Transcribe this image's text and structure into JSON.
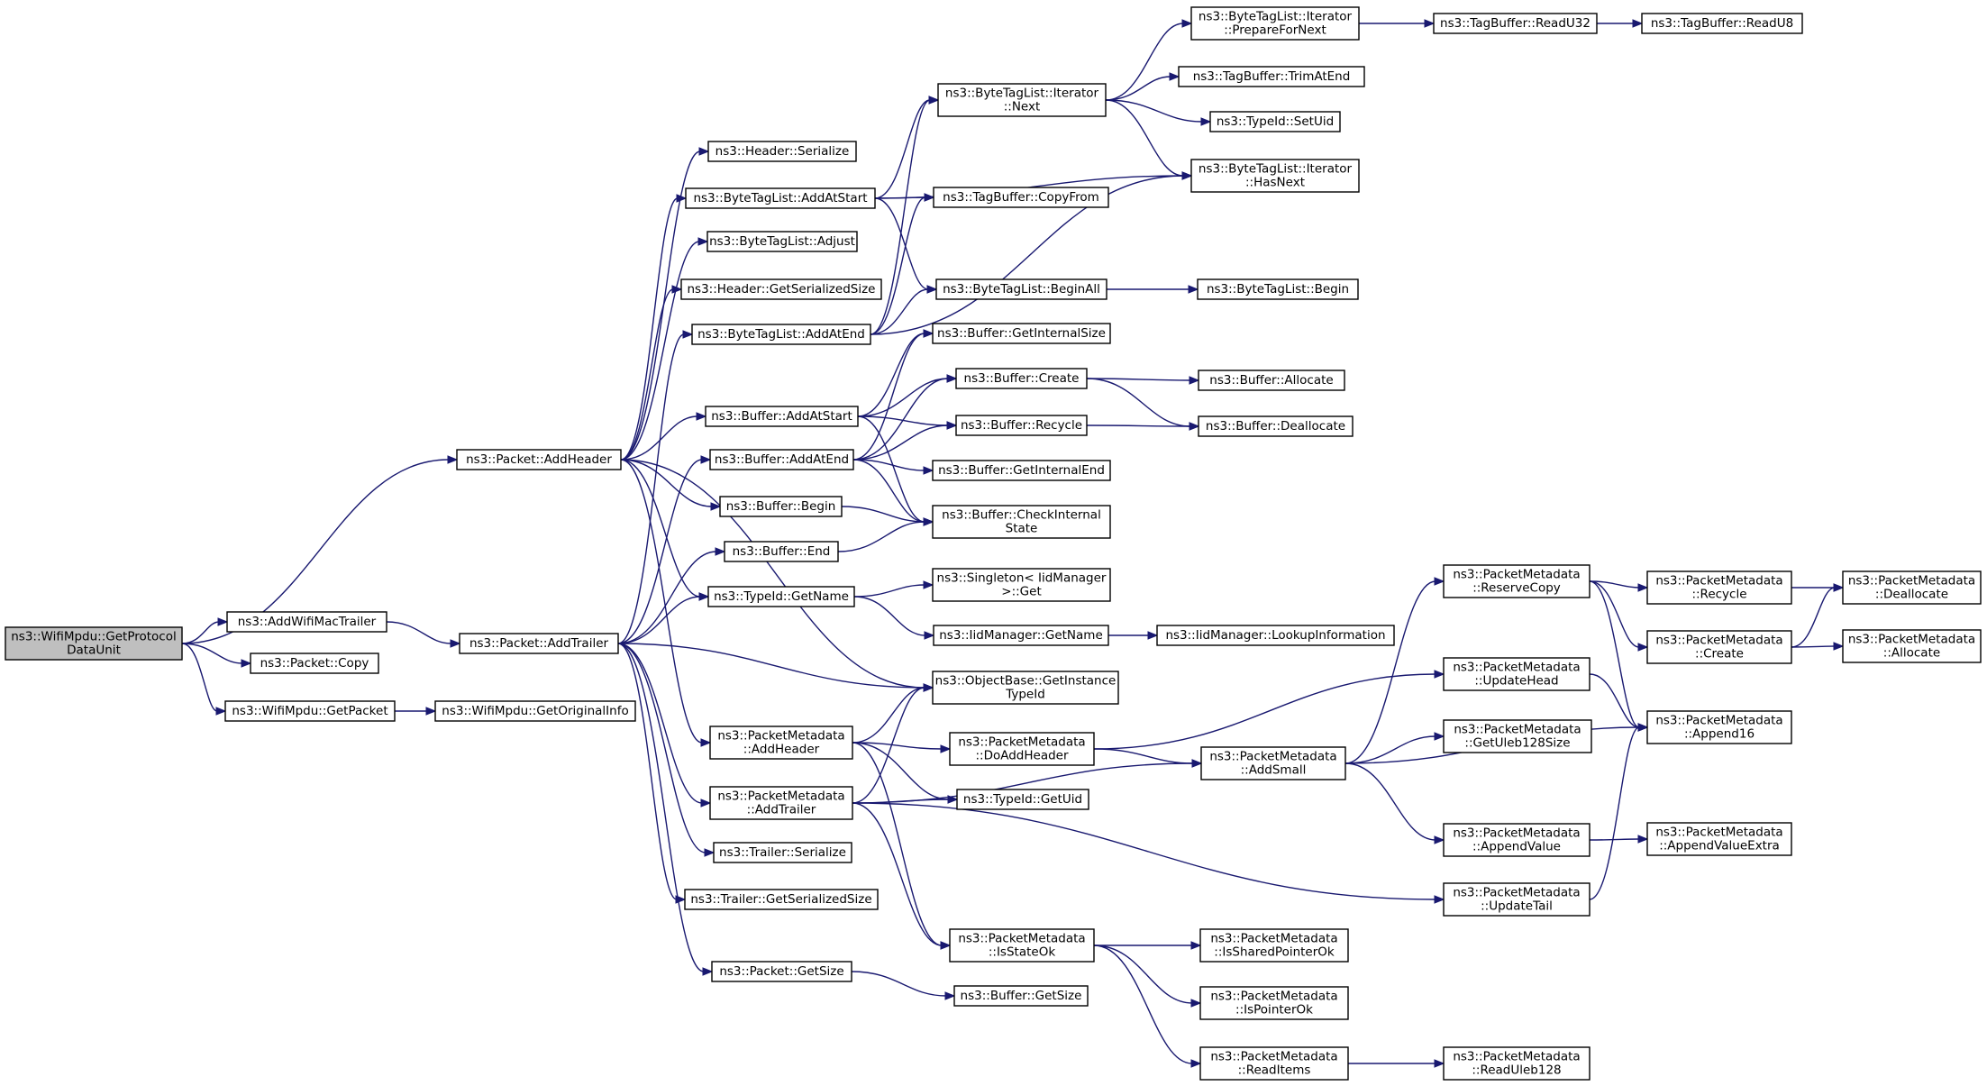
{
  "nodes": [
    {
      "id": "root",
      "lines": [
        "ns3::WifiMpdu::GetProtocol",
        "DataUnit"
      ],
      "root": true
    },
    {
      "id": "addwifimactrailer",
      "lines": [
        "ns3::AddWifiMacTrailer"
      ]
    },
    {
      "id": "packetcopy",
      "lines": [
        "ns3::Packet::Copy"
      ]
    },
    {
      "id": "wifimpdugetpacket",
      "lines": [
        "ns3::WifiMpdu::GetPacket"
      ]
    },
    {
      "id": "getoriginalinfo",
      "lines": [
        "ns3::WifiMpdu::GetOriginalInfo"
      ]
    },
    {
      "id": "packetaddheader",
      "lines": [
        "ns3::Packet::AddHeader"
      ]
    },
    {
      "id": "packetaddtrailer",
      "lines": [
        "ns3::Packet::AddTrailer"
      ]
    },
    {
      "id": "headerserialize",
      "lines": [
        "ns3::Header::Serialize"
      ]
    },
    {
      "id": "btladdatstart",
      "lines": [
        "ns3::ByteTagList::AddAtStart"
      ]
    },
    {
      "id": "btladjust",
      "lines": [
        "ns3::ByteTagList::Adjust"
      ]
    },
    {
      "id": "headergetserializedsize",
      "lines": [
        "ns3::Header::GetSerializedSize"
      ]
    },
    {
      "id": "btladdatend",
      "lines": [
        "ns3::ByteTagList::AddAtEnd"
      ]
    },
    {
      "id": "bufferaddatstart",
      "lines": [
        "ns3::Buffer::AddAtStart"
      ]
    },
    {
      "id": "bufferaddatend",
      "lines": [
        "ns3::Buffer::AddAtEnd"
      ]
    },
    {
      "id": "bufferbegin",
      "lines": [
        "ns3::Buffer::Begin"
      ]
    },
    {
      "id": "bufferend",
      "lines": [
        "ns3::Buffer::End"
      ]
    },
    {
      "id": "typeidgetname",
      "lines": [
        "ns3::TypeId::GetName"
      ]
    },
    {
      "id": "pmaddheader",
      "lines": [
        "ns3::PacketMetadata",
        "::AddHeader"
      ]
    },
    {
      "id": "pmaddtrailer",
      "lines": [
        "ns3::PacketMetadata",
        "::AddTrailer"
      ]
    },
    {
      "id": "trailerserialize",
      "lines": [
        "ns3::Trailer::Serialize"
      ]
    },
    {
      "id": "trailergetserializedsize",
      "lines": [
        "ns3::Trailer::GetSerializedSize"
      ]
    },
    {
      "id": "packetgetsize",
      "lines": [
        "ns3::Packet::GetSize"
      ]
    },
    {
      "id": "btliternext",
      "lines": [
        "ns3::ByteTagList::Iterator",
        "::Next"
      ]
    },
    {
      "id": "tagbuffercopyfrom",
      "lines": [
        "ns3::TagBuffer::CopyFrom"
      ]
    },
    {
      "id": "btlbeginall",
      "lines": [
        "ns3::ByteTagList::BeginAll"
      ]
    },
    {
      "id": "buffergetinternalsize",
      "lines": [
        "ns3::Buffer::GetInternalSize"
      ]
    },
    {
      "id": "buffercreate",
      "lines": [
        "ns3::Buffer::Create"
      ]
    },
    {
      "id": "bufferrecycle",
      "lines": [
        "ns3::Buffer::Recycle"
      ]
    },
    {
      "id": "buffergetinternalend",
      "lines": [
        "ns3::Buffer::GetInternalEnd"
      ]
    },
    {
      "id": "buffercheckinternalstate",
      "lines": [
        "ns3::Buffer::CheckInternal",
        "State"
      ]
    },
    {
      "id": "singletonget",
      "lines": [
        "ns3::Singleton< IidManager",
        ">::Get"
      ]
    },
    {
      "id": "iidmanagergetname",
      "lines": [
        "ns3::IidManager::GetName"
      ]
    },
    {
      "id": "objectbasegetinstancetypeid",
      "lines": [
        "ns3::ObjectBase::GetInstance",
        "TypeId"
      ]
    },
    {
      "id": "pmdoaddheader",
      "lines": [
        "ns3::PacketMetadata",
        "::DoAddHeader"
      ]
    },
    {
      "id": "typeidgetuid",
      "lines": [
        "ns3::TypeId::GetUid"
      ]
    },
    {
      "id": "pmisstateok",
      "lines": [
        "ns3::PacketMetadata",
        "::IsStateOk"
      ]
    },
    {
      "id": "buffergetsize",
      "lines": [
        "ns3::Buffer::GetSize"
      ]
    },
    {
      "id": "btliterpreparefornext",
      "lines": [
        "ns3::ByteTagList::Iterator",
        "::PrepareForNext"
      ]
    },
    {
      "id": "tagbuffertrimatend",
      "lines": [
        "ns3::TagBuffer::TrimAtEnd"
      ]
    },
    {
      "id": "typeidsetuid",
      "lines": [
        "ns3::TypeId::SetUid"
      ]
    },
    {
      "id": "btliterhasnext",
      "lines": [
        "ns3::ByteTagList::Iterator",
        "::HasNext"
      ]
    },
    {
      "id": "btlbegin",
      "lines": [
        "ns3::ByteTagList::Begin"
      ]
    },
    {
      "id": "bufferallocate",
      "lines": [
        "ns3::Buffer::Allocate"
      ]
    },
    {
      "id": "bufferdeallocate",
      "lines": [
        "ns3::Buffer::Deallocate"
      ]
    },
    {
      "id": "iidmanagerlookupinformation",
      "lines": [
        "ns3::IidManager::LookupInformation"
      ]
    },
    {
      "id": "pmaddsmall",
      "lines": [
        "ns3::PacketMetadata",
        "::AddSmall"
      ]
    },
    {
      "id": "pmishsharedpointerok",
      "lines": [
        "ns3::PacketMetadata",
        "::IsSharedPointerOk"
      ]
    },
    {
      "id": "pmispointerok",
      "lines": [
        "ns3::PacketMetadata",
        "::IsPointerOk"
      ]
    },
    {
      "id": "pmreaditems",
      "lines": [
        "ns3::PacketMetadata",
        "::ReadItems"
      ]
    },
    {
      "id": "tagbufferreadu32",
      "lines": [
        "ns3::TagBuffer::ReadU32"
      ]
    },
    {
      "id": "tagbufferreadu8",
      "lines": [
        "ns3::TagBuffer::ReadU8"
      ]
    },
    {
      "id": "pmreservecopy",
      "lines": [
        "ns3::PacketMetadata",
        "::ReserveCopy"
      ]
    },
    {
      "id": "pmupdatehead",
      "lines": [
        "ns3::PacketMetadata",
        "::UpdateHead"
      ]
    },
    {
      "id": "pmgetuleb128size",
      "lines": [
        "ns3::PacketMetadata",
        "::GetUleb128Size"
      ]
    },
    {
      "id": "pmappendvalue",
      "lines": [
        "ns3::PacketMetadata",
        "::AppendValue"
      ]
    },
    {
      "id": "pmupdatetail",
      "lines": [
        "ns3::PacketMetadata",
        "::UpdateTail"
      ]
    },
    {
      "id": "pmreaduleb128",
      "lines": [
        "ns3::PacketMetadata",
        "::ReadUleb128"
      ]
    },
    {
      "id": "pmrecycle",
      "lines": [
        "ns3::PacketMetadata",
        "::Recycle"
      ]
    },
    {
      "id": "pmcreate",
      "lines": [
        "ns3::PacketMetadata",
        "::Create"
      ]
    },
    {
      "id": "pmappend16",
      "lines": [
        "ns3::PacketMetadata",
        "::Append16"
      ]
    },
    {
      "id": "pmappendvalueextra",
      "lines": [
        "ns3::PacketMetadata",
        "::AppendValueExtra"
      ]
    },
    {
      "id": "pmdeallocate",
      "lines": [
        "ns3::PacketMetadata",
        "::Deallocate"
      ]
    },
    {
      "id": "pmallocate",
      "lines": [
        "ns3::PacketMetadata",
        "::Allocate"
      ]
    }
  ],
  "edges": [
    [
      "root",
      "packetaddheader"
    ],
    [
      "root",
      "addwifimactrailer"
    ],
    [
      "root",
      "packetcopy"
    ],
    [
      "root",
      "wifimpdugetpacket"
    ],
    [
      "addwifimactrailer",
      "packetaddtrailer"
    ],
    [
      "wifimpdugetpacket",
      "getoriginalinfo"
    ],
    [
      "packetaddheader",
      "headerserialize"
    ],
    [
      "packetaddheader",
      "btladdatstart"
    ],
    [
      "packetaddheader",
      "btladjust"
    ],
    [
      "packetaddheader",
      "headergetserializedsize"
    ],
    [
      "packetaddheader",
      "bufferaddatstart"
    ],
    [
      "packetaddheader",
      "bufferbegin"
    ],
    [
      "packetaddheader",
      "typeidgetname"
    ],
    [
      "packetaddheader",
      "objectbasegetinstancetypeid"
    ],
    [
      "packetaddheader",
      "pmaddheader"
    ],
    [
      "packetaddtrailer",
      "btladdatend"
    ],
    [
      "packetaddtrailer",
      "bufferaddatend"
    ],
    [
      "packetaddtrailer",
      "bufferend"
    ],
    [
      "packetaddtrailer",
      "typeidgetname"
    ],
    [
      "packetaddtrailer",
      "objectbasegetinstancetypeid"
    ],
    [
      "packetaddtrailer",
      "pmaddtrailer"
    ],
    [
      "packetaddtrailer",
      "trailerserialize"
    ],
    [
      "packetaddtrailer",
      "trailergetserializedsize"
    ],
    [
      "packetaddtrailer",
      "packetgetsize"
    ],
    [
      "btladdatstart",
      "btliternext"
    ],
    [
      "btladdatstart",
      "btliterhasnext"
    ],
    [
      "btladdatstart",
      "tagbuffercopyfrom"
    ],
    [
      "btladdatstart",
      "btlbeginall"
    ],
    [
      "btladdatend",
      "btliternext"
    ],
    [
      "btladdatend",
      "btliterhasnext"
    ],
    [
      "btladdatend",
      "tagbuffercopyfrom"
    ],
    [
      "btladdatend",
      "btlbeginall"
    ],
    [
      "btliternext",
      "btliterpreparefornext"
    ],
    [
      "btliternext",
      "tagbuffertrimatend"
    ],
    [
      "btliternext",
      "typeidsetuid"
    ],
    [
      "btliternext",
      "btliterhasnext"
    ],
    [
      "btliterpreparefornext",
      "tagbufferreadu32"
    ],
    [
      "tagbufferreadu32",
      "tagbufferreadu8"
    ],
    [
      "btlbeginall",
      "btlbegin"
    ],
    [
      "bufferaddatstart",
      "buffergetinternalsize"
    ],
    [
      "bufferaddatstart",
      "buffercreate"
    ],
    [
      "bufferaddatstart",
      "bufferrecycle"
    ],
    [
      "bufferaddatstart",
      "buffercheckinternalstate"
    ],
    [
      "bufferaddatend",
      "buffergetinternalsize"
    ],
    [
      "bufferaddatend",
      "buffercreate"
    ],
    [
      "bufferaddatend",
      "bufferrecycle"
    ],
    [
      "bufferaddatend",
      "buffergetinternalend"
    ],
    [
      "bufferaddatend",
      "buffercheckinternalstate"
    ],
    [
      "buffercreate",
      "bufferallocate"
    ],
    [
      "buffercreate",
      "bufferdeallocate"
    ],
    [
      "bufferrecycle",
      "bufferdeallocate"
    ],
    [
      "bufferbegin",
      "buffercheckinternalstate"
    ],
    [
      "bufferend",
      "buffercheckinternalstate"
    ],
    [
      "typeidgetname",
      "singletonget"
    ],
    [
      "typeidgetname",
      "iidmanagergetname"
    ],
    [
      "iidmanagergetname",
      "iidmanagerlookupinformation"
    ],
    [
      "pmaddheader",
      "objectbasegetinstancetypeid"
    ],
    [
      "pmaddheader",
      "pmdoaddheader"
    ],
    [
      "pmaddheader",
      "typeidgetuid"
    ],
    [
      "pmaddheader",
      "pmisstateok"
    ],
    [
      "pmaddtrailer",
      "objectbasegetinstancetypeid"
    ],
    [
      "pmaddtrailer",
      "typeidgetuid"
    ],
    [
      "pmaddtrailer",
      "pmisstateok"
    ],
    [
      "pmaddtrailer",
      "pmaddsmall"
    ],
    [
      "pmaddtrailer",
      "pmupdatetail"
    ],
    [
      "pmdoaddheader",
      "pmupdatehead"
    ],
    [
      "pmdoaddheader",
      "pmaddsmall"
    ],
    [
      "pmisstateok",
      "pmishsharedpointerok"
    ],
    [
      "pmisstateok",
      "pmispointerok"
    ],
    [
      "pmisstateok",
      "pmreaditems"
    ],
    [
      "pmreaditems",
      "pmreaduleb128"
    ],
    [
      "packetgetsize",
      "buffergetsize"
    ],
    [
      "pmaddsmall",
      "pmreservecopy"
    ],
    [
      "pmaddsmall",
      "pmgetuleb128size"
    ],
    [
      "pmaddsmall",
      "pmappend16"
    ],
    [
      "pmaddsmall",
      "pmappendvalue"
    ],
    [
      "pmreservecopy",
      "pmrecycle"
    ],
    [
      "pmreservecopy",
      "pmcreate"
    ],
    [
      "pmreservecopy",
      "pmappend16"
    ],
    [
      "pmupdatehead",
      "pmappend16"
    ],
    [
      "pmupdatetail",
      "pmappend16"
    ],
    [
      "pmappendvalue",
      "pmappendvalueextra"
    ],
    [
      "pmrecycle",
      "pmdeallocate"
    ],
    [
      "pmcreate",
      "pmdeallocate"
    ],
    [
      "pmcreate",
      "pmallocate"
    ]
  ]
}
